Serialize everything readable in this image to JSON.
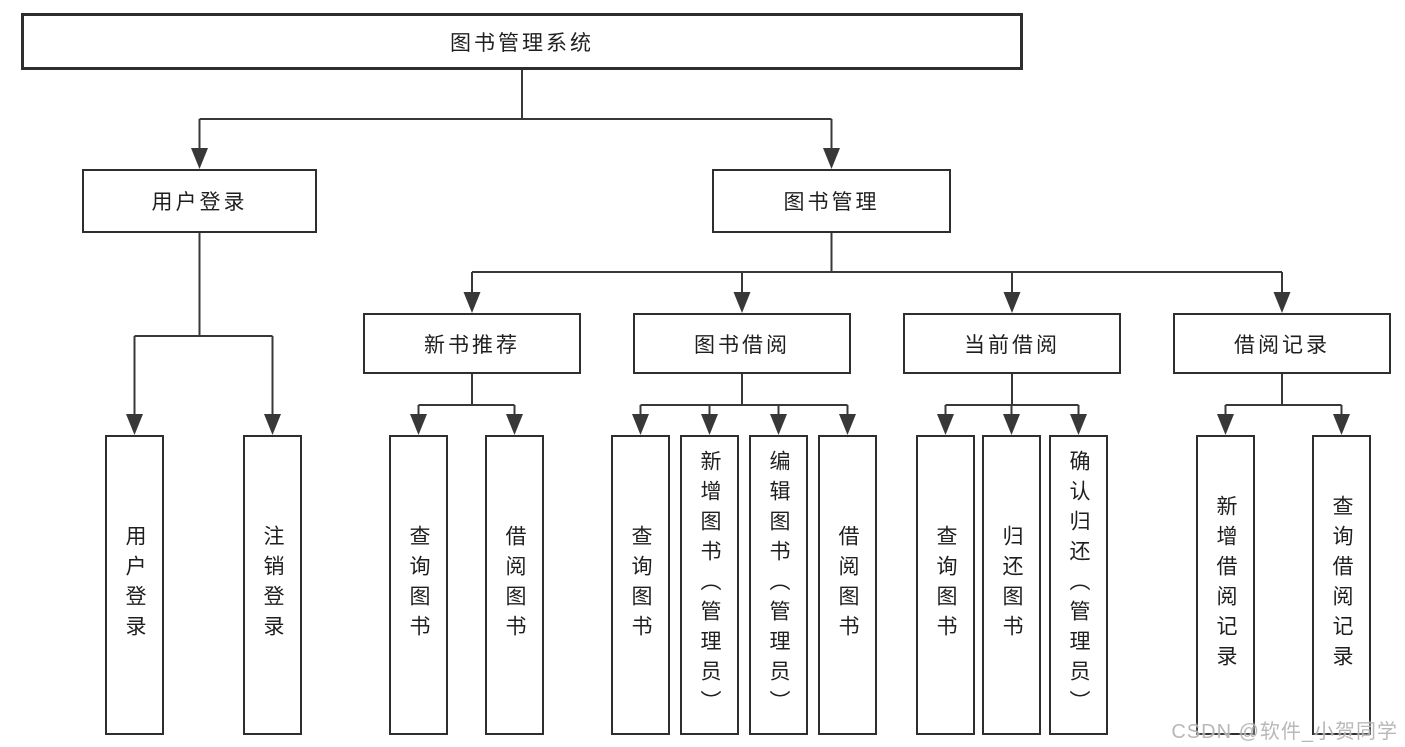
{
  "diagram": {
    "root": {
      "label": "图书管理系统"
    },
    "level2": [
      {
        "label": "用户登录"
      },
      {
        "label": "图书管理"
      }
    ],
    "level3": [
      {
        "label": "新书推荐"
      },
      {
        "label": "图书借阅"
      },
      {
        "label": "当前借阅"
      },
      {
        "label": "借阅记录"
      }
    ],
    "level4": [
      {
        "label": "用户登录"
      },
      {
        "label": "注销登录"
      },
      {
        "label": "查询图书"
      },
      {
        "label": "借阅图书"
      },
      {
        "label": "查询图书"
      },
      {
        "label": "新增图书（管理员）"
      },
      {
        "label": "编辑图书（管理员）"
      },
      {
        "label": "借阅图书"
      },
      {
        "label": "查询图书"
      },
      {
        "label": "归还图书"
      },
      {
        "label": "确认归还（管理员）"
      },
      {
        "label": "新增借阅记录"
      },
      {
        "label": "查询借阅记录"
      }
    ]
  },
  "watermark": {
    "text": "CSDN @软件_小贺同学"
  },
  "colors": {
    "background": "#ffffff",
    "box_border": "#2e2e2e",
    "connector_line": "#383838",
    "text": "#1f1f1f",
    "watermark_text": "#b0b0b0"
  }
}
